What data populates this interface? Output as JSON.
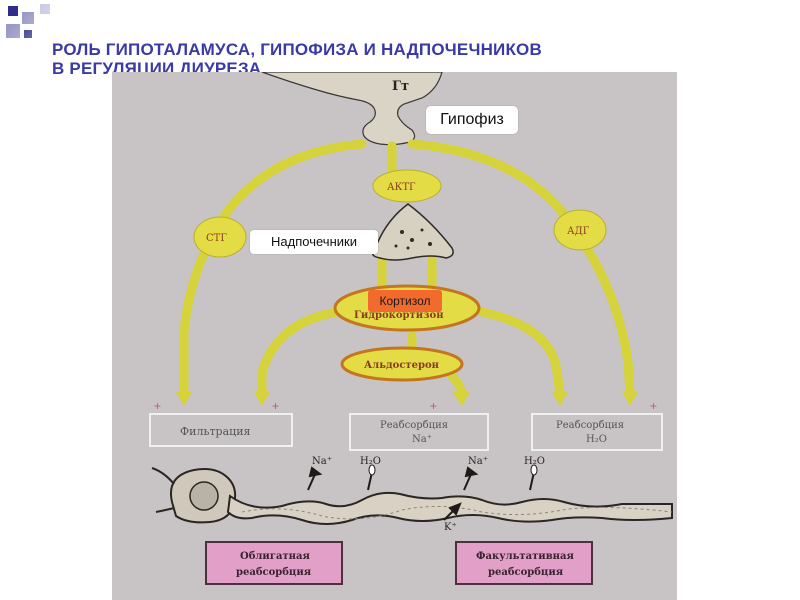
{
  "slide": {
    "title_line1": "РОЛЬ ГИПОТАЛАМУСА, ГИПОФИЗА И НАДПОЧЕЧНИКОВ",
    "title_line2": "В РЕГУЛЯЦИИ ДИУРЕЗА"
  },
  "diagram": {
    "hypothalamus": "Гт",
    "hypophysis_label": "Гипофиз",
    "adrenal_label": "Надпочечники",
    "cortisol_label": "Кортизол",
    "hormones": {
      "acth": "АКТГ",
      "stg": "СТГ",
      "adh": "АДГ",
      "hydrocortisone": "Гидрокортизон",
      "aldosterone": "Альдостерон"
    },
    "process_boxes": {
      "filtration": "Фильтрация",
      "reabsorption_na_line1": "Реабсорбция",
      "reabsorption_na_line2": "Na⁺",
      "reabsorption_water_line1": "Реабсорбция",
      "reabsorption_water_line2": "H₂O"
    },
    "plus_sign": "+",
    "ions": {
      "na": "Na⁺",
      "water": "H₂O",
      "k": "K⁺"
    },
    "reabsorption_boxes": {
      "obligatory_line1": "Облигатная",
      "obligatory_line2": "реабсорбция",
      "facultative_line1": "Факультативная",
      "facultative_line2": "реабсорбция"
    },
    "colors": {
      "background": "#c8c4c6",
      "arrow_yellow": "#d6d23a",
      "hormone_ellipse": "#e4dc44",
      "hormone_text": "#8a3a24",
      "box_outline": "#f0f0f0",
      "pink_box": "#e2a0c8",
      "title": "#3a3aa6",
      "cortisol_orange": "#f26a2e"
    }
  }
}
